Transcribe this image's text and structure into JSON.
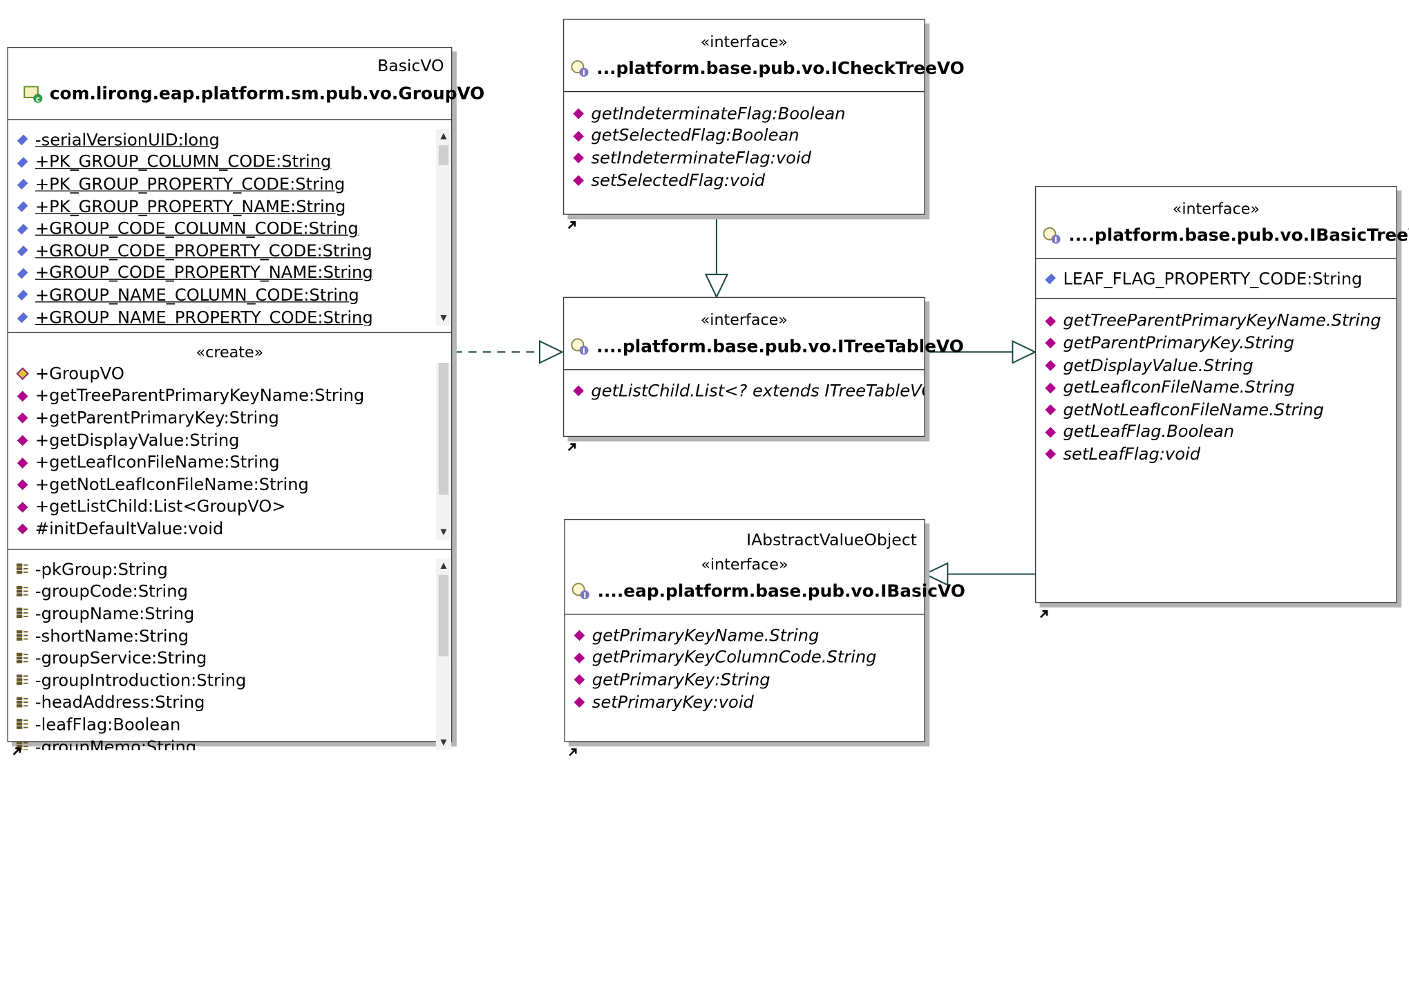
{
  "group_vo": {
    "parent_stereotype": "BasicVO",
    "title": "com.lirong.eap.platform.sm.pub.vo.GroupVO",
    "attributes": [
      "-serialVersionUID:long",
      "+PK_GROUP_COLUMN_CODE:String",
      "+PK_GROUP_PROPERTY_CODE:String",
      "+PK_GROUP_PROPERTY_NAME:String",
      "+GROUP_CODE_COLUMN_CODE:String",
      "+GROUP_CODE_PROPERTY_CODE:String",
      "+GROUP_CODE_PROPERTY_NAME:String",
      "+GROUP_NAME_COLUMN_CODE:String",
      "+GROUP_NAME_PROPERTY_CODE:String"
    ],
    "create_label": "«create»",
    "methods": [
      "+GroupVO",
      "+getTreeParentPrimaryKeyName:String",
      "+getParentPrimaryKey:String",
      "+getDisplayValue:String",
      "+getLeafIconFileName:String",
      "+getNotLeafIconFileName:String",
      "+getListChild:List<GroupVO>",
      "#initDefaultValue:void"
    ],
    "fields": [
      "-pkGroup:String",
      "-groupCode:String",
      "-groupName:String",
      "-shortName:String",
      "-groupService:String",
      "-groupIntroduction:String",
      "-headAddress:String",
      "-leafFlag:Boolean",
      "-groupMemo:String"
    ]
  },
  "icheck": {
    "stereotype": "«interface»",
    "title": "...platform.base.pub.vo.ICheckTreeVO",
    "methods": [
      "getIndeterminateFlag:Boolean",
      "getSelectedFlag:Boolean",
      "setIndeterminateFlag:void",
      "setSelectedFlag:void"
    ]
  },
  "itree": {
    "stereotype": "«interface»",
    "title": "....platform.base.pub.vo.ITreeTableVO",
    "methods": [
      "getListChild.List<? extends ITreeTableVO"
    ]
  },
  "ibasictree": {
    "stereotype": "«interface»",
    "title": "....platform.base.pub.vo.IBasicTreeVO",
    "attributes": [
      "LEAF_FLAG_PROPERTY_CODE:String"
    ],
    "methods": [
      "getTreeParentPrimaryKeyName.String",
      "getParentPrimaryKey.String",
      "getDisplayValue.String",
      "getLeafIconFileName.String",
      "getNotLeafIconFileName.String",
      "getLeafFlag.Boolean",
      "setLeafFlag:void"
    ]
  },
  "ibasic": {
    "parent_stereotype": "IAbstractValueObject",
    "stereotype": "«interface»",
    "title": "....eap.platform.base.pub.vo.IBasicVO",
    "methods": [
      "getPrimaryKeyName.String",
      "getPrimaryKeyColumnCode.String",
      "getPrimaryKey:String",
      "setPrimaryKey:void"
    ]
  },
  "colors": {
    "method_icon": "#b0008a",
    "attr_icon": "#5a6cd8",
    "edge": "#1f4a4a"
  }
}
